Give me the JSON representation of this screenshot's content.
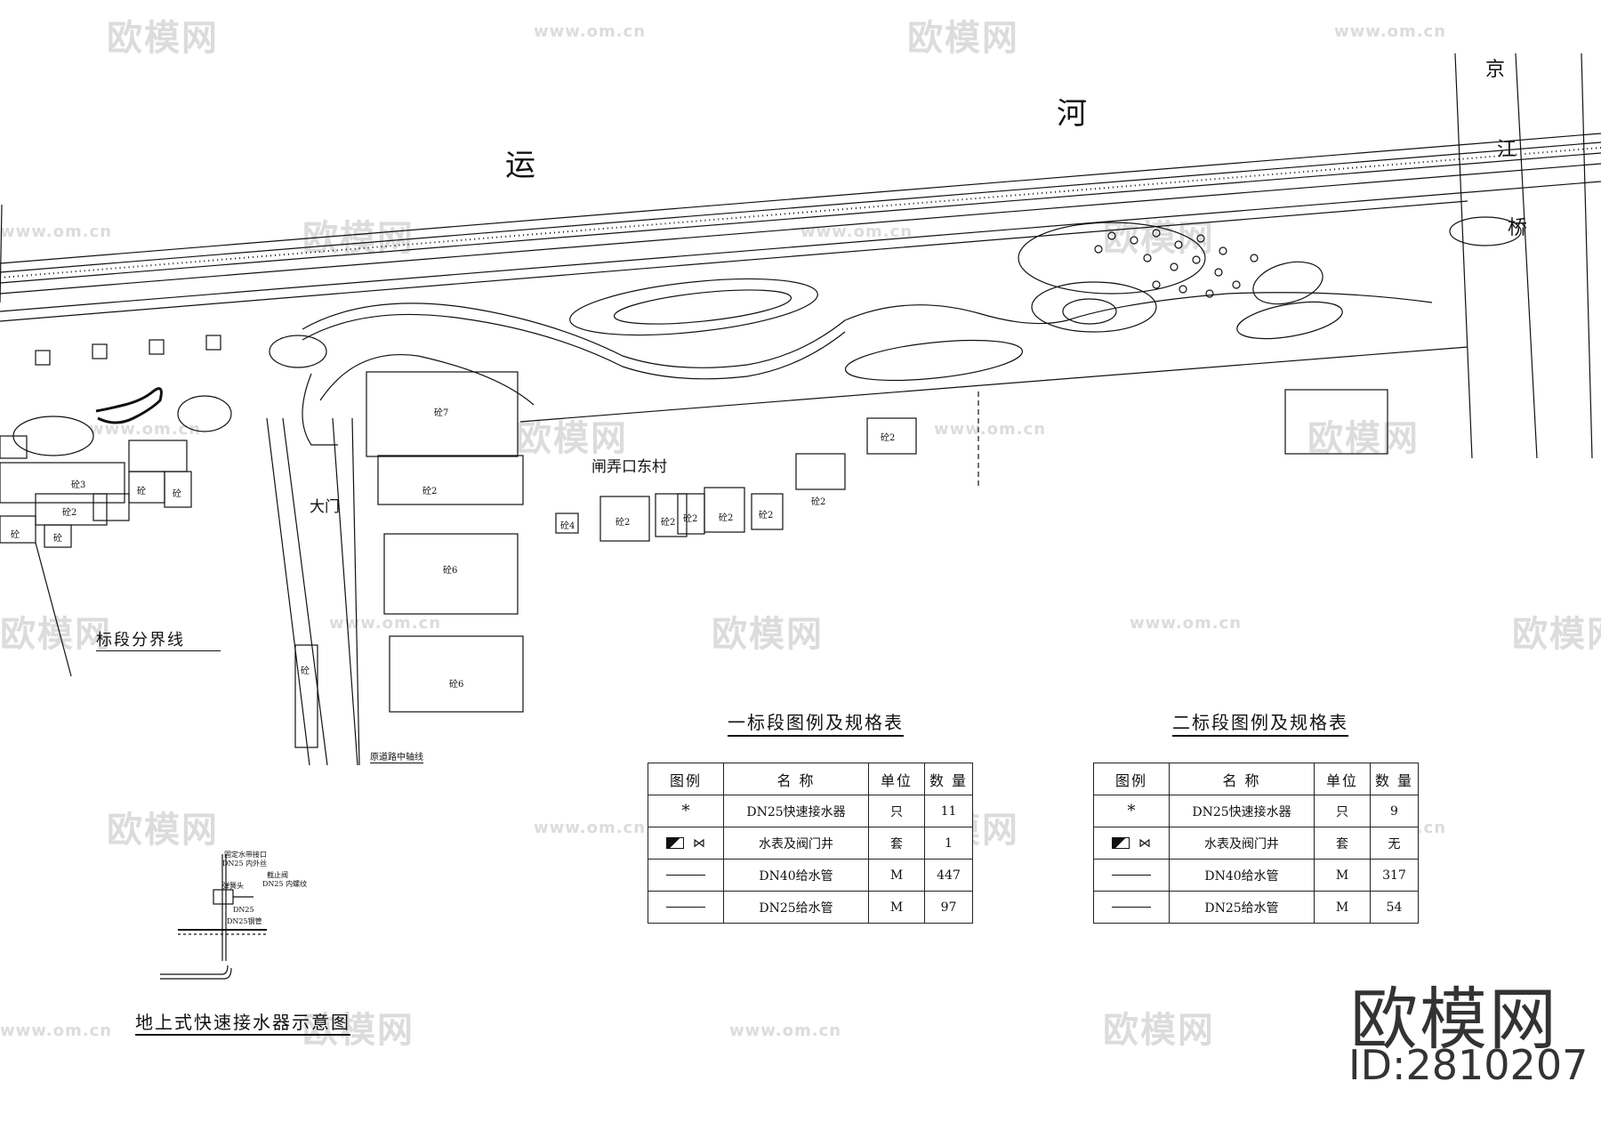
{
  "river_chars": [
    "运",
    "河"
  ],
  "bridge_chars": [
    "京",
    "江",
    "桥"
  ],
  "village_label": "闸弄口东村",
  "gate_label": "大门",
  "boundary_label": "标段分界线",
  "road_axis_label": "原道路中轴线",
  "building_labels": [
    "砼7",
    "砼2",
    "砼6",
    "砼6",
    "砼3",
    "砼2",
    "砼",
    "砼",
    "砼",
    "砼",
    "砼4",
    "砼2",
    "砼2",
    "砼2",
    "砼2",
    "砼2",
    "砼2",
    "砼2",
    "砼"
  ],
  "detail_title": "地上式快速接水器示意图",
  "detail_notes": [
    "固定水带接口",
    "DN25 内外丝",
    "弹簧头",
    "截止阀",
    "DN25",
    "DN25 内螺纹",
    "DN25钢管"
  ],
  "table1": {
    "title": "一标段图例及规格表",
    "headers": [
      "图例",
      "名 称",
      "单位",
      "数 量"
    ],
    "rows": [
      {
        "symbol": "*",
        "name": "DN25快速接水器",
        "unit": "只",
        "qty": "11"
      },
      {
        "symbol": "meter-valve",
        "name": "水表及阀门井",
        "unit": "套",
        "qty": "1"
      },
      {
        "symbol": "line",
        "name": "DN40给水管",
        "unit": "M",
        "qty": "447"
      },
      {
        "symbol": "line",
        "name": "DN25给水管",
        "unit": "M",
        "qty": "97"
      }
    ]
  },
  "table2": {
    "title": "二标段图例及规格表",
    "headers": [
      "图例",
      "名 称",
      "单位",
      "数 量"
    ],
    "rows": [
      {
        "symbol": "*",
        "name": "DN25快速接水器",
        "unit": "只",
        "qty": "9"
      },
      {
        "symbol": "meter-valve",
        "name": "水表及阀门井",
        "unit": "套",
        "qty": "无"
      },
      {
        "symbol": "line",
        "name": "DN40给水管",
        "unit": "M",
        "qty": "317"
      },
      {
        "symbol": "line",
        "name": "DN25给水管",
        "unit": "M",
        "qty": "54"
      }
    ]
  },
  "watermark": {
    "brand": "欧模网",
    "url": "www.om.cn"
  },
  "brand_logo": "欧模网",
  "brand_id": "ID:2810207",
  "colors": {
    "line": "#111111",
    "watermark": "#dcdcdc",
    "brand": "#333333"
  }
}
